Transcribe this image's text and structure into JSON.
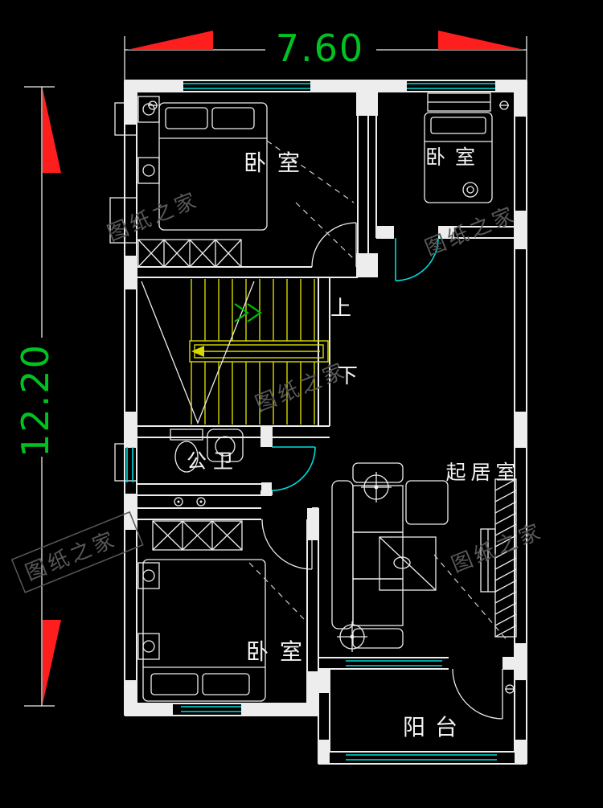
{
  "colors": {
    "background": "#000000",
    "wall_line": "#ededed",
    "window_line": "#00dcdc",
    "stair_line": "#d8d800",
    "dimension_text": "#00c322",
    "dimension_arrow": "#ff1e1e",
    "direction_arrow": "#00c000",
    "watermark": "#585858"
  },
  "dimensions": {
    "width_label": "7.60",
    "height_label": "12.20"
  },
  "rooms": {
    "bedroom_top_left": "卧室",
    "bedroom_top_right": "卧室",
    "bedroom_bottom": "卧室",
    "bathroom": "公卫",
    "living_room": "起居室",
    "balcony": "阳台"
  },
  "stairs": {
    "up_label": "上",
    "down_label": "下"
  },
  "watermark": {
    "text": "图纸之家"
  }
}
